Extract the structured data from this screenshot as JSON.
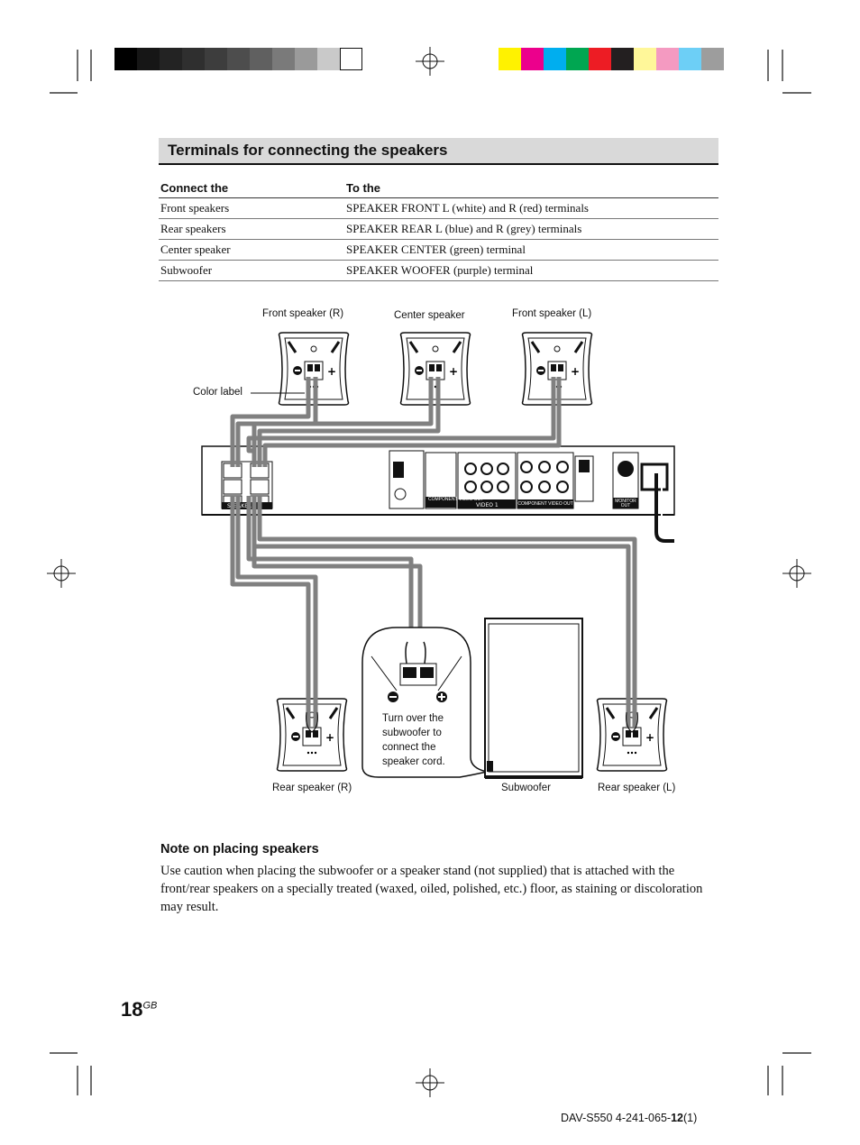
{
  "section_title": "Terminals for connecting the speakers",
  "table": {
    "headers": [
      "Connect the",
      "To the"
    ],
    "rows": [
      [
        "Front speakers",
        "SPEAKER FRONT L (white) and R (red) terminals"
      ],
      [
        "Rear speakers",
        "SPEAKER REAR L (blue) and R (grey) terminals"
      ],
      [
        "Center speaker",
        "SPEAKER CENTER (green) terminal"
      ],
      [
        "Subwoofer",
        "SPEAKER WOOFER (purple) terminal"
      ]
    ]
  },
  "diagram": {
    "front_r": "Front speaker (R)",
    "center": "Center speaker",
    "front_l": "Front speaker (L)",
    "color_label": "Color label",
    "rear_r": "Rear speaker (R)",
    "subwoofer": "Subwoofer",
    "rear_l": "Rear speaker (L)",
    "callout": "Turn over the subwoofer to connect the speaker cord.",
    "panel_speaker": "SPEAKER",
    "panel_video1": "VIDEO 1",
    "panel_component": "COMPONENT VIDEO OUT",
    "panel_monitor": "MONITOR OUT"
  },
  "note": {
    "title": "Note on placing speakers",
    "body": "Use caution when placing the subwoofer or a speaker stand (not supplied) that is attached with the front/rear speakers on a specially treated (waxed, oiled, polished, etc.) floor, as staining or discoloration may result."
  },
  "page_number": "18",
  "page_suffix": "GB",
  "footer": {
    "model": "DAV-S550 4-241-065-",
    "code_bold": "12",
    "code_tail": "(1)"
  },
  "colors": {
    "gray_bar": [
      "#000000",
      "#161616",
      "#232323",
      "#2f2f2f",
      "#3d3d3d",
      "#4d4d4d",
      "#606060",
      "#7a7a7a",
      "#9a9a9a",
      "#c9c9c9",
      "#ffffff"
    ],
    "color_bar": [
      "#fff200",
      "#ec008c",
      "#00aeef",
      "#00a651",
      "#ed1c24",
      "#231f20",
      "#fff799",
      "#f49ac1",
      "#6dcff6",
      "#9d9d9d"
    ],
    "cable": "#808080"
  }
}
